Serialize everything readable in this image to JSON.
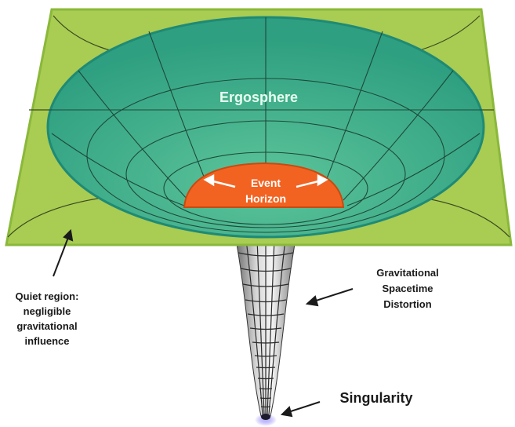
{
  "labels": {
    "ergosphere": "Ergosphere",
    "event_horizon_line1": "Event",
    "event_horizon_line2": "Horizon",
    "quiet_line1": "Quiet region:",
    "quiet_line2": "negligible",
    "quiet_line3": "gravitational",
    "quiet_line4": "influence",
    "distortion_line1": "Gravitational",
    "distortion_line2": "Spacetime",
    "distortion_line3": "Distortion",
    "singularity": "Singularity"
  },
  "colors": {
    "plane_fill": "#a9cc52",
    "plane_edge": "#8ab83a",
    "ergosphere_fill": "#3fb08b",
    "ergosphere_edge": "#1f8a75",
    "event_horizon_fill": "#f26322",
    "funnel_fill": "#bdbdbd",
    "grid_line": "#2f3b2a",
    "label_text": "#1a1a1a",
    "ergosphere_text": "#e8fff0",
    "singularity_glow": "#7b6cf0"
  },
  "icons": {
    "arrow_left_icon": "arrow-left-icon",
    "arrow_right_icon": "arrow-right-icon",
    "pointer_arrow_icon": "pointer-arrow-icon"
  }
}
